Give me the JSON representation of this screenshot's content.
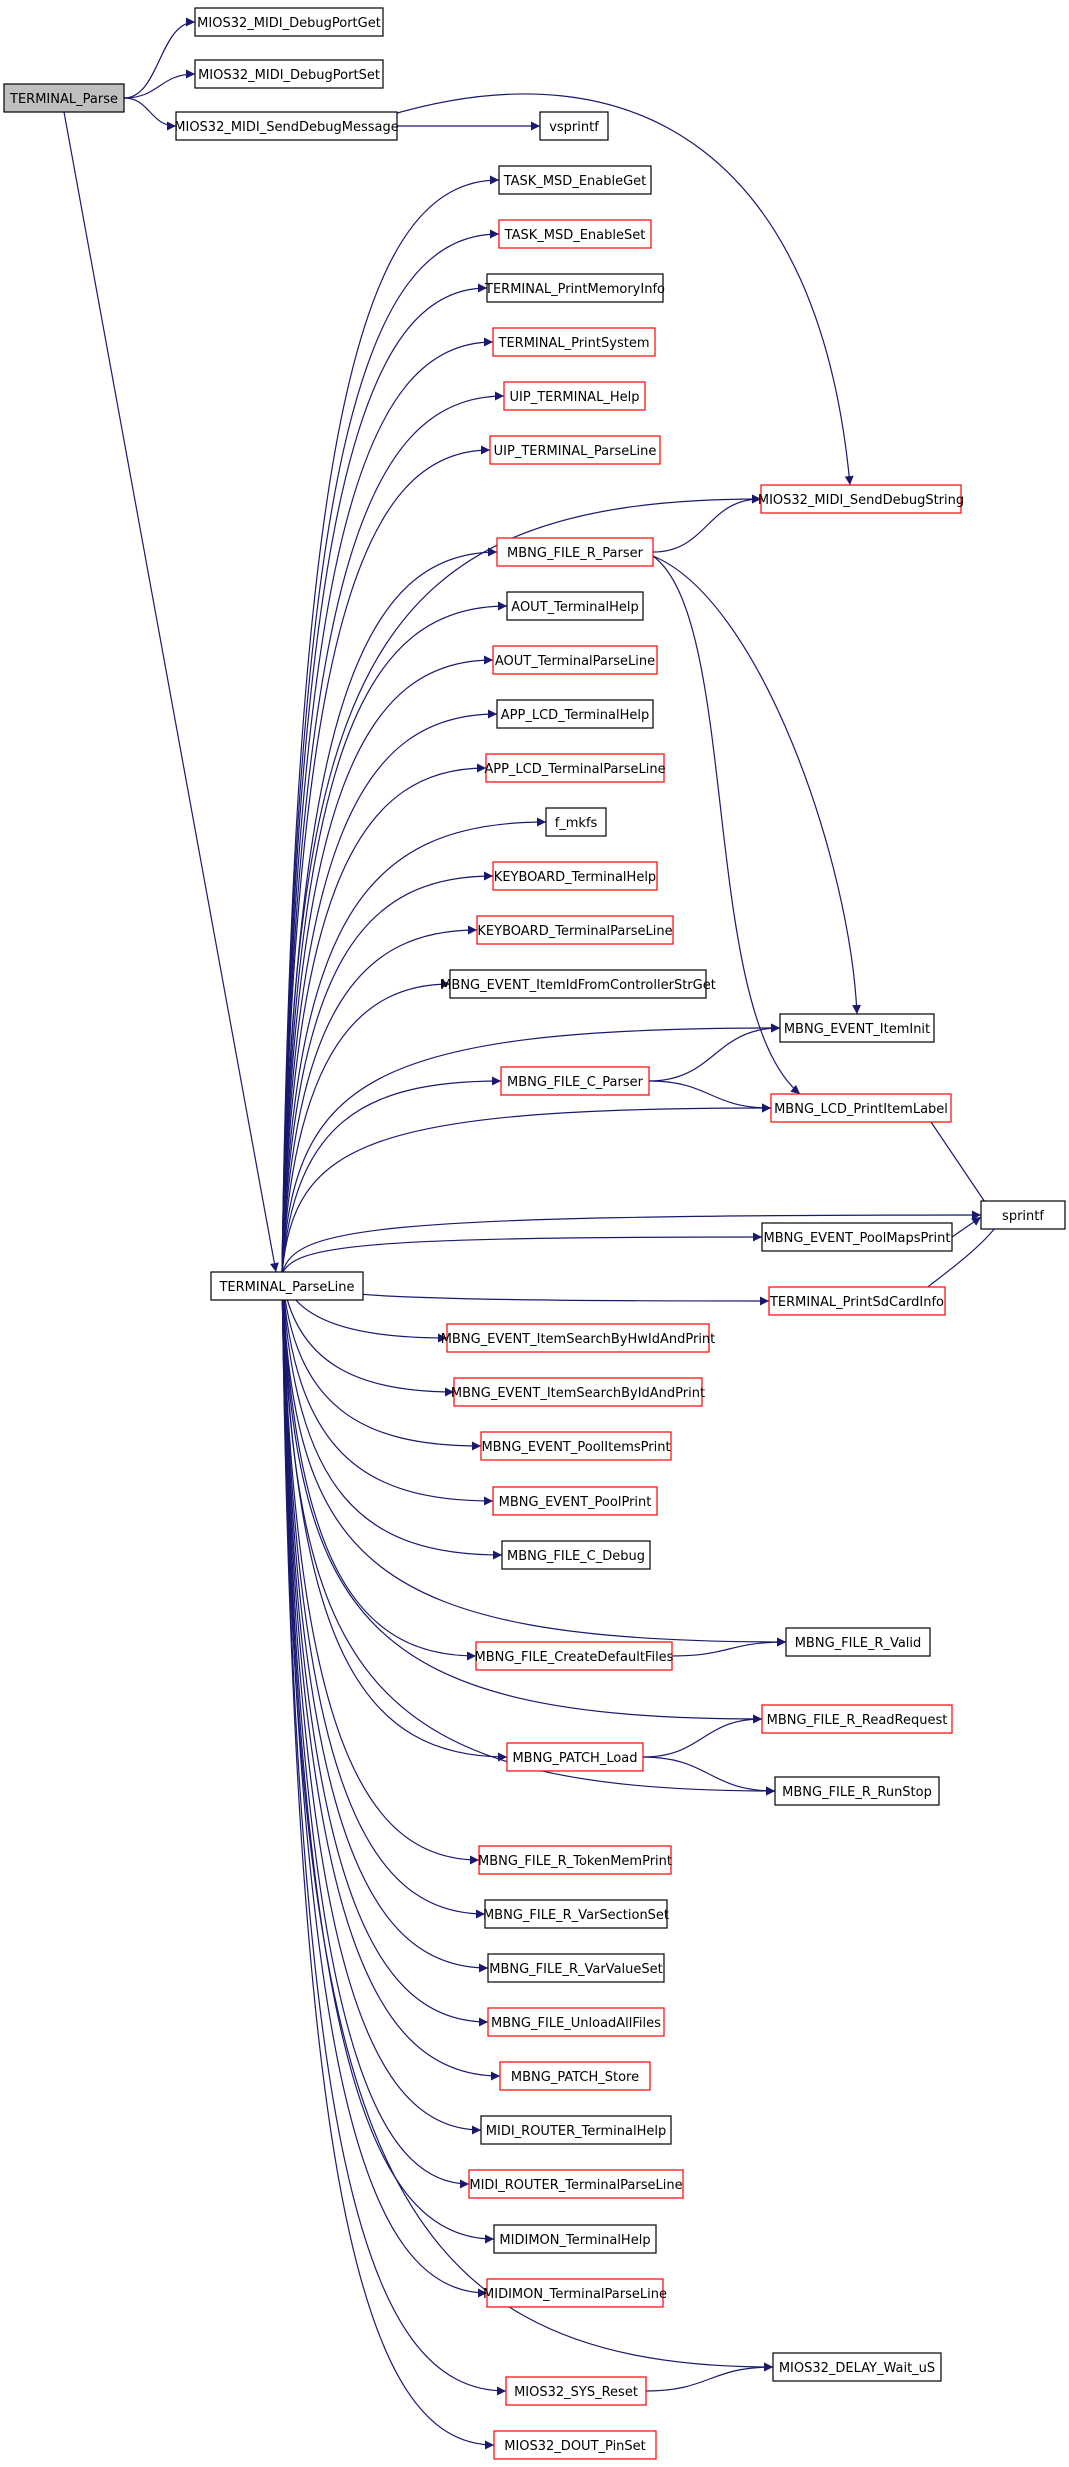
{
  "colors": {
    "edge": "#191970",
    "border_default": "#000000",
    "border_incomplete": "#ff0000",
    "root_fill": "#bfbfbf",
    "node_fill": "#ffffff"
  },
  "nodes": [
    {
      "id": "n0",
      "label": "TERMINAL_Parse",
      "kind": "root"
    },
    {
      "id": "n1",
      "label": "MIOS32_MIDI_DebugPortGet",
      "kind": "normal"
    },
    {
      "id": "n2",
      "label": "MIOS32_MIDI_DebugPortSet",
      "kind": "normal"
    },
    {
      "id": "n3",
      "label": "MIOS32_MIDI_SendDebugMessage",
      "kind": "normal"
    },
    {
      "id": "n4",
      "label": "vsprintf",
      "kind": "normal"
    },
    {
      "id": "n5",
      "label": "MIOS32_MIDI_SendDebugString",
      "kind": "incomplete"
    },
    {
      "id": "n6",
      "label": "TERMINAL_ParseLine",
      "kind": "normal"
    },
    {
      "id": "n7",
      "label": "TASK_MSD_EnableGet",
      "kind": "normal"
    },
    {
      "id": "n8",
      "label": "TASK_MSD_EnableSet",
      "kind": "incomplete"
    },
    {
      "id": "n9",
      "label": "TERMINAL_PrintMemoryInfo",
      "kind": "normal"
    },
    {
      "id": "n10",
      "label": "TERMINAL_PrintSystem",
      "kind": "incomplete"
    },
    {
      "id": "n11",
      "label": "UIP_TERMINAL_Help",
      "kind": "incomplete"
    },
    {
      "id": "n12",
      "label": "UIP_TERMINAL_ParseLine",
      "kind": "incomplete"
    },
    {
      "id": "n13",
      "label": "MBNG_FILE_R_Parser",
      "kind": "incomplete"
    },
    {
      "id": "n14",
      "label": "AOUT_TerminalHelp",
      "kind": "normal"
    },
    {
      "id": "n15",
      "label": "AOUT_TerminalParseLine",
      "kind": "incomplete"
    },
    {
      "id": "n16",
      "label": "APP_LCD_TerminalHelp",
      "kind": "normal"
    },
    {
      "id": "n17",
      "label": "APP_LCD_TerminalParseLine",
      "kind": "incomplete"
    },
    {
      "id": "n18",
      "label": "f_mkfs",
      "kind": "normal"
    },
    {
      "id": "n19",
      "label": "KEYBOARD_TerminalHelp",
      "kind": "incomplete"
    },
    {
      "id": "n20",
      "label": "KEYBOARD_TerminalParseLine",
      "kind": "incomplete"
    },
    {
      "id": "n21",
      "label": "MBNG_EVENT_ItemIdFromControllerStrGet",
      "kind": "normal"
    },
    {
      "id": "n22",
      "label": "MBNG_EVENT_ItemInit",
      "kind": "normal"
    },
    {
      "id": "n23",
      "label": "MBNG_FILE_C_Parser",
      "kind": "incomplete"
    },
    {
      "id": "n24",
      "label": "MBNG_LCD_PrintItemLabel",
      "kind": "incomplete"
    },
    {
      "id": "n25",
      "label": "sprintf",
      "kind": "normal"
    },
    {
      "id": "n26",
      "label": "MBNG_EVENT_PoolMapsPrint",
      "kind": "normal"
    },
    {
      "id": "n27",
      "label": "TERMINAL_PrintSdCardInfo",
      "kind": "incomplete"
    },
    {
      "id": "n28",
      "label": "MBNG_EVENT_ItemSearchByHwIdAndPrint",
      "kind": "incomplete"
    },
    {
      "id": "n29",
      "label": "MBNG_EVENT_ItemSearchByIdAndPrint",
      "kind": "incomplete"
    },
    {
      "id": "n30",
      "label": "MBNG_EVENT_PoolItemsPrint",
      "kind": "incomplete"
    },
    {
      "id": "n31",
      "label": "MBNG_EVENT_PoolPrint",
      "kind": "incomplete"
    },
    {
      "id": "n32",
      "label": "MBNG_FILE_C_Debug",
      "kind": "normal"
    },
    {
      "id": "n33",
      "label": "MBNG_FILE_R_Valid",
      "kind": "normal"
    },
    {
      "id": "n34",
      "label": "MBNG_FILE_CreateDefaultFiles",
      "kind": "incomplete"
    },
    {
      "id": "n35",
      "label": "MBNG_FILE_R_ReadRequest",
      "kind": "incomplete"
    },
    {
      "id": "n36",
      "label": "MBNG_PATCH_Load",
      "kind": "incomplete"
    },
    {
      "id": "n37",
      "label": "MBNG_FILE_R_RunStop",
      "kind": "normal"
    },
    {
      "id": "n38",
      "label": "MBNG_FILE_R_TokenMemPrint",
      "kind": "incomplete"
    },
    {
      "id": "n39",
      "label": "MBNG_FILE_R_VarSectionSet",
      "kind": "normal"
    },
    {
      "id": "n40",
      "label": "MBNG_FILE_R_VarValueSet",
      "kind": "normal"
    },
    {
      "id": "n41",
      "label": "MBNG_FILE_UnloadAllFiles",
      "kind": "incomplete"
    },
    {
      "id": "n42",
      "label": "MBNG_PATCH_Store",
      "kind": "incomplete"
    },
    {
      "id": "n43",
      "label": "MIDI_ROUTER_TerminalHelp",
      "kind": "normal"
    },
    {
      "id": "n44",
      "label": "MIDI_ROUTER_TerminalParseLine",
      "kind": "incomplete"
    },
    {
      "id": "n45",
      "label": "MIDIMON_TerminalHelp",
      "kind": "normal"
    },
    {
      "id": "n46",
      "label": "MIDIMON_TerminalParseLine",
      "kind": "incomplete"
    },
    {
      "id": "n47",
      "label": "MIOS32_DELAY_Wait_uS",
      "kind": "normal"
    },
    {
      "id": "n48",
      "label": "MIOS32_SYS_Reset",
      "kind": "incomplete"
    },
    {
      "id": "n49",
      "label": "MIOS32_DOUT_PinSet",
      "kind": "incomplete"
    }
  ],
  "edges": [
    [
      "n0",
      "n1"
    ],
    [
      "n0",
      "n2"
    ],
    [
      "n0",
      "n3"
    ],
    [
      "n0",
      "n6"
    ],
    [
      "n3",
      "n4"
    ],
    [
      "n3",
      "n5"
    ],
    [
      "n6",
      "n7"
    ],
    [
      "n6",
      "n8"
    ],
    [
      "n6",
      "n9"
    ],
    [
      "n6",
      "n10"
    ],
    [
      "n6",
      "n11"
    ],
    [
      "n6",
      "n12"
    ],
    [
      "n6",
      "n5"
    ],
    [
      "n6",
      "n13"
    ],
    [
      "n6",
      "n14"
    ],
    [
      "n6",
      "n15"
    ],
    [
      "n6",
      "n16"
    ],
    [
      "n6",
      "n17"
    ],
    [
      "n6",
      "n18"
    ],
    [
      "n6",
      "n19"
    ],
    [
      "n6",
      "n20"
    ],
    [
      "n6",
      "n21"
    ],
    [
      "n6",
      "n22"
    ],
    [
      "n6",
      "n23"
    ],
    [
      "n6",
      "n24"
    ],
    [
      "n6",
      "n25"
    ],
    [
      "n6",
      "n26"
    ],
    [
      "n6",
      "n27"
    ],
    [
      "n6",
      "n28"
    ],
    [
      "n6",
      "n29"
    ],
    [
      "n6",
      "n30"
    ],
    [
      "n6",
      "n31"
    ],
    [
      "n6",
      "n32"
    ],
    [
      "n6",
      "n33"
    ],
    [
      "n6",
      "n34"
    ],
    [
      "n6",
      "n35"
    ],
    [
      "n6",
      "n36"
    ],
    [
      "n6",
      "n37"
    ],
    [
      "n6",
      "n38"
    ],
    [
      "n6",
      "n39"
    ],
    [
      "n6",
      "n40"
    ],
    [
      "n6",
      "n41"
    ],
    [
      "n6",
      "n42"
    ],
    [
      "n6",
      "n43"
    ],
    [
      "n6",
      "n44"
    ],
    [
      "n6",
      "n45"
    ],
    [
      "n6",
      "n46"
    ],
    [
      "n6",
      "n47"
    ],
    [
      "n6",
      "n48"
    ],
    [
      "n6",
      "n49"
    ],
    [
      "n13",
      "n5"
    ],
    [
      "n13",
      "n22"
    ],
    [
      "n13",
      "n24"
    ],
    [
      "n23",
      "n22"
    ],
    [
      "n23",
      "n24"
    ],
    [
      "n24",
      "n25"
    ],
    [
      "n26",
      "n25"
    ],
    [
      "n27",
      "n25"
    ],
    [
      "n34",
      "n33"
    ],
    [
      "n36",
      "n35"
    ],
    [
      "n36",
      "n37"
    ],
    [
      "n48",
      "n47"
    ]
  ]
}
